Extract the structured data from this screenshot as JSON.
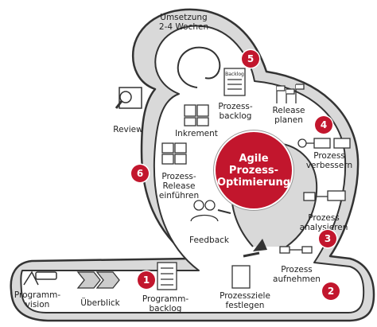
{
  "center_label": "Agile\nProzess-\nOptimierung",
  "accent_color": "#c2162d",
  "labels": {
    "umsetzung": "Umsetzung\n2-4 Wochen",
    "prozess_backlog": "Prozess-\nbacklog",
    "release_planen": "Release\nplanen",
    "review": "Review",
    "inkrement": "Inkrement",
    "prozess_verbessern": "Prozess\nverbessern",
    "prozess_release": "Prozess-\nRelease\neinführen",
    "prozess_analysieren": "Prozess\nanalysieren",
    "feedback": "Feedback",
    "prozess_aufnehmen": "Prozess\naufnehmen",
    "programmvision": "Programm-\nvision",
    "ueberblick": "Überblick",
    "programmbacklog": "Programm-\nbacklog",
    "prozessziele": "Prozessziele\nfestlegen",
    "backlog_sheet": "Backlog"
  },
  "steps": [
    "1",
    "2",
    "3",
    "4",
    "5",
    "6"
  ]
}
